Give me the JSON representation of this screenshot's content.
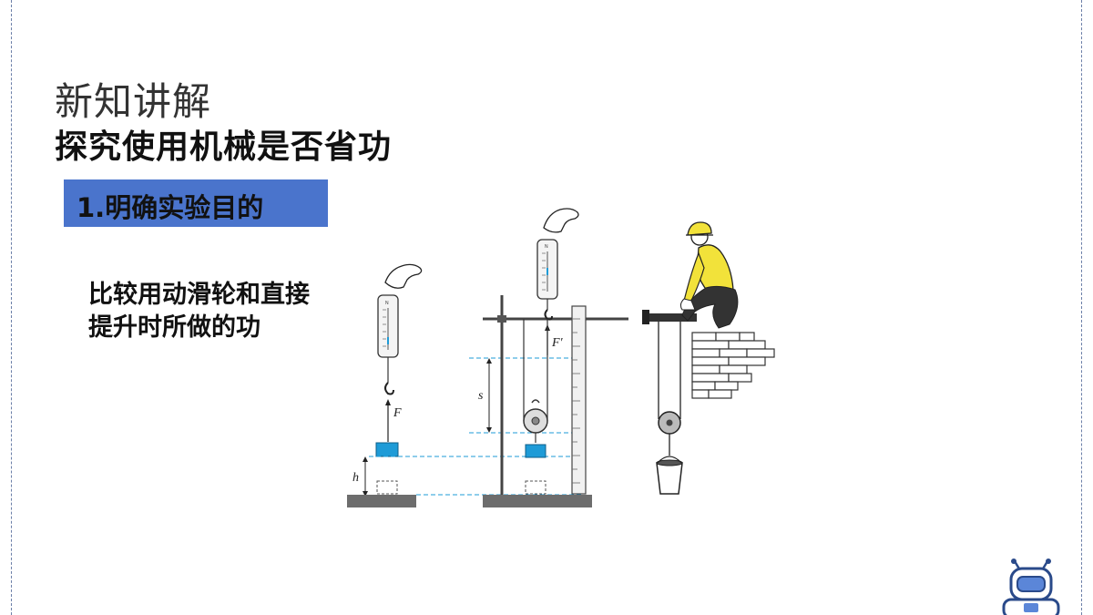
{
  "slide": {
    "heading": "新知讲解",
    "subheading": "探究使用机械是否省功",
    "section_label": "1.明确实验目的",
    "description": "比较用动滑轮和直接提升时所做的功"
  },
  "figure": {
    "force_label_direct": "F",
    "force_label_pulley": "F′",
    "height_label": "h",
    "distance_label": "s",
    "scale_top_mark": "N"
  },
  "colors": {
    "accent_box": "#4a74cc",
    "block": "#1e9bd7",
    "worker_shirt": "#f2e23a",
    "frame_border": "#6b7fa8"
  }
}
